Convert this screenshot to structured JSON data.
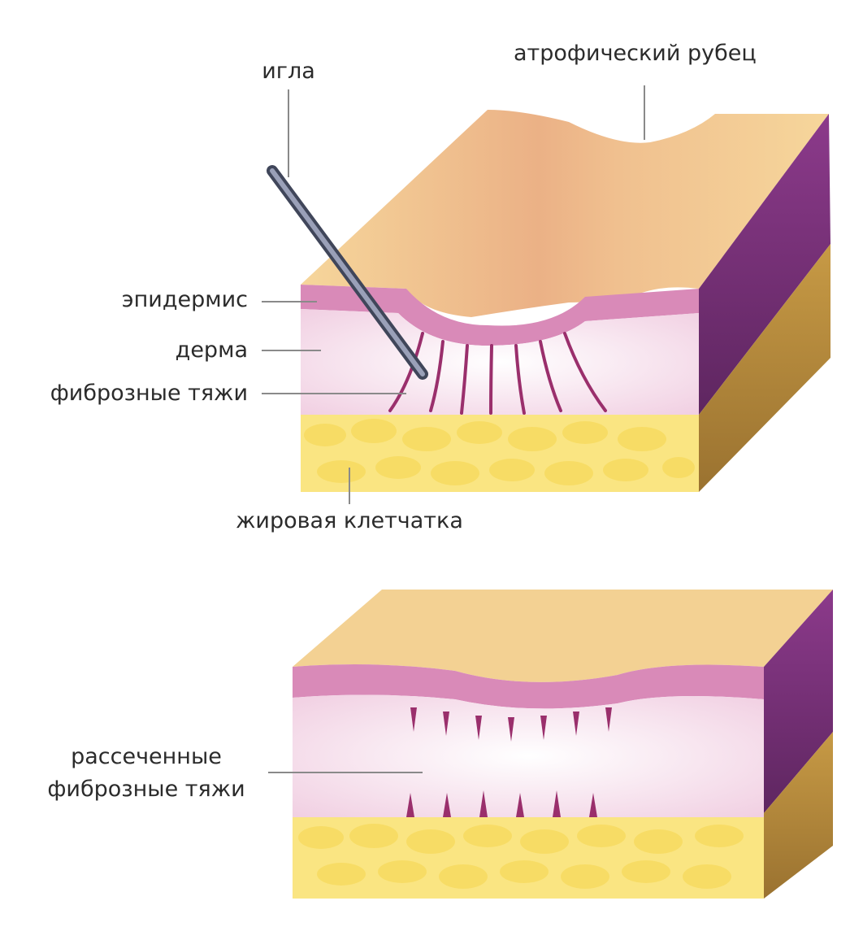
{
  "diagram": {
    "labels": {
      "needle": "игла",
      "atrophic_scar": "атрофический рубец",
      "epidermis": "эпидермис",
      "dermis": "дерма",
      "fibrous_strands": "фиброзные тяжи",
      "fat_tissue": "жировая клетчатка",
      "cut_strands_line1": "рассеченные",
      "cut_strands_line2": "фиброзные тяжи"
    },
    "colors": {
      "skin_surface": "#f2cc8e",
      "scar_center": "#e9ae86",
      "epidermis": "#d77fb0",
      "dermis": "#f5dcea",
      "dermis_side": "#7a2f7a",
      "fat": "#fae582",
      "fat_side": "#b78a3c",
      "strands": "#9a2f6c",
      "needle": "#6b6f80",
      "leader_line": "#8a8a8a"
    }
  }
}
